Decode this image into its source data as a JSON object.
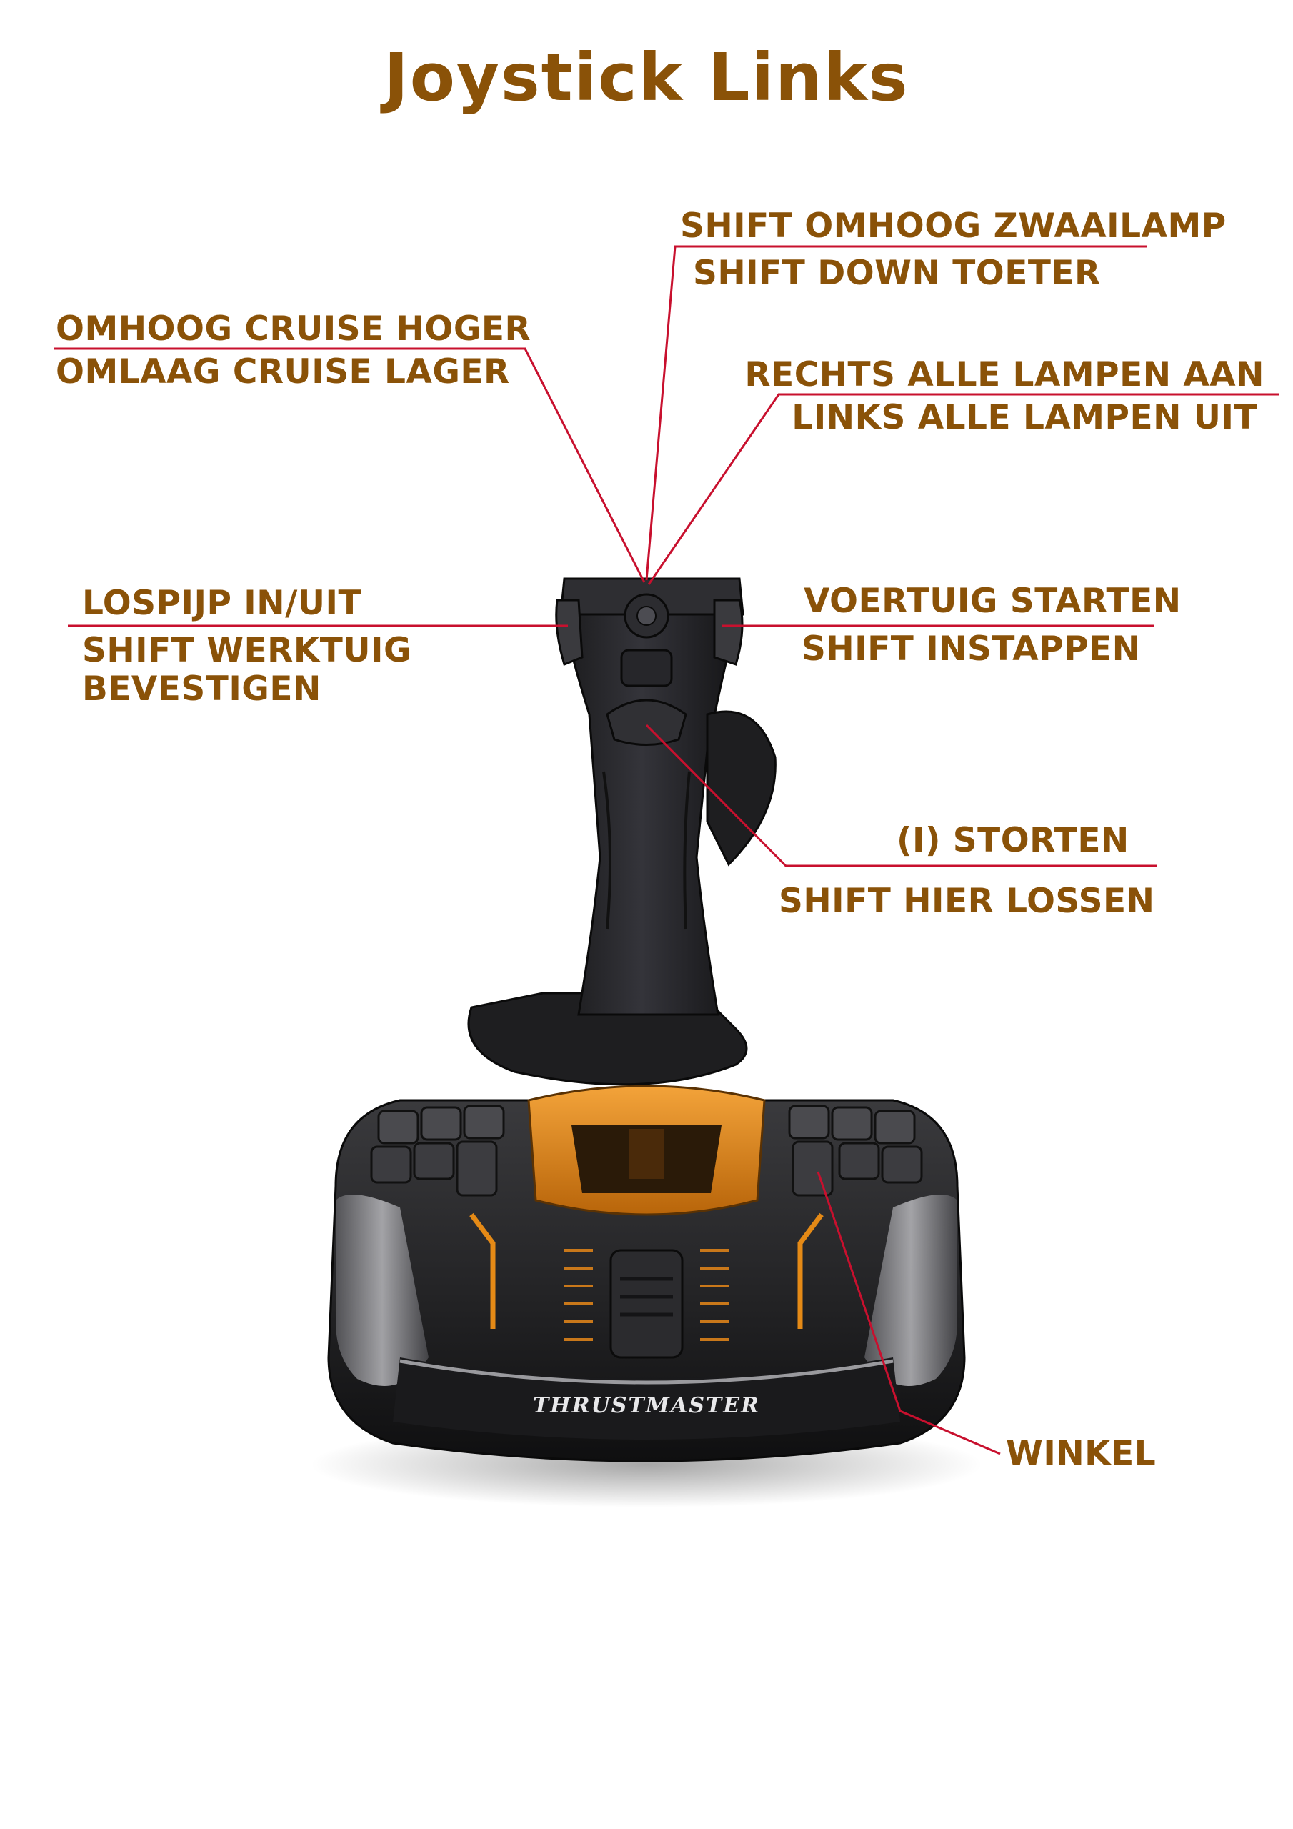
{
  "title": "Joystick Links",
  "brand": "THRUSTMASTER",
  "labels": {
    "shift_up_light": "Shift omhoog zwaailamp",
    "shift_down_horn": "Shift down toeter",
    "up_cruise_higher": "omhoog cruise hoger",
    "down_cruise_lower": "omlaag cruise lager",
    "right_all_lights_on": "Rechts alle lampen aan",
    "left_all_lights_off": "Links alle lampen uit",
    "discharge_pipe": "Lospijp in/uit",
    "shift_confirm_tool": "Shift werktuig bevestigen",
    "start_vehicle": "Voertuig starten",
    "shift_board": "Shift instappen",
    "dump": "(i) storten",
    "shift_unload_here": "Shift hier lossen",
    "shop": "Winkel"
  },
  "colors": {
    "text": "#8a5208",
    "leader_lines": "#c8102e",
    "accent_orange": "#e58a16",
    "body_dark": "#1b1b1d"
  }
}
